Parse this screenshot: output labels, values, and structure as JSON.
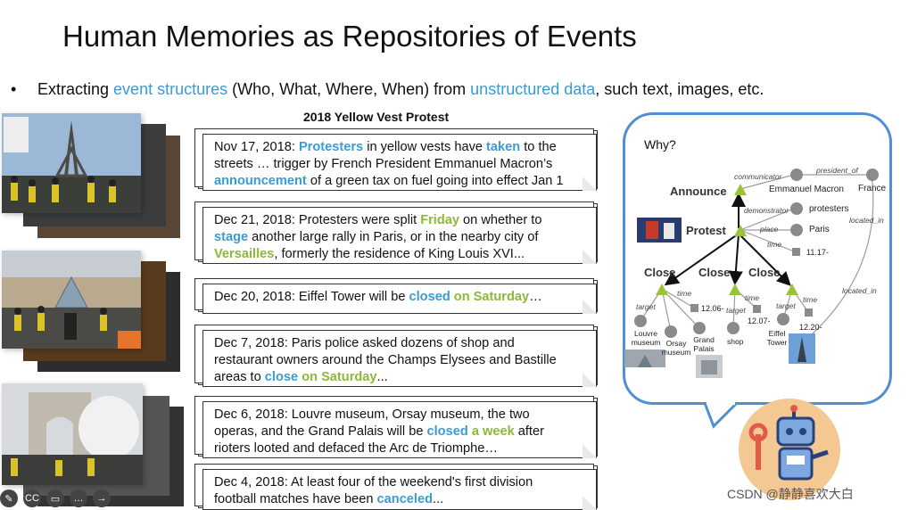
{
  "title": "Human Memories as Repositories of Events",
  "bullet": {
    "marker": "•",
    "parts": [
      "Extracting ",
      "event structures",
      " (Who, What, Where, When) from ",
      "unstructured data",
      ", such text, images, etc."
    ]
  },
  "card_section_title": "2018 Yellow Vest Protest",
  "cards": [
    {
      "lines": [
        [
          [
            "Nov 17, 2018: ",
            ""
          ],
          [
            "Protesters",
            "blue"
          ],
          [
            " in yellow vests have ",
            ""
          ],
          [
            "taken",
            "blue"
          ],
          [
            " to the",
            ""
          ]
        ],
        [
          [
            "streets … trigger by French President Emmanuel Macron’s",
            ""
          ]
        ],
        [
          [
            "announcement",
            "blue"
          ],
          [
            " of a green tax on fuel going into effect Jan 1",
            ""
          ]
        ]
      ]
    },
    {
      "lines": [
        [
          [
            "Dec 21, 2018: Protesters were split ",
            ""
          ],
          [
            "Friday",
            "green"
          ],
          [
            " on whether to",
            ""
          ]
        ],
        [
          [
            "stage",
            "blue"
          ],
          [
            " another large rally in Paris, or in the nearby city of",
            ""
          ]
        ],
        [
          [
            "Versailles",
            "green"
          ],
          [
            ", formerly the residence of King Louis XVI...",
            ""
          ]
        ]
      ]
    },
    {
      "lines": [
        [
          [
            "Dec 20, 2018: Eiffel Tower will be ",
            ""
          ],
          [
            "closed",
            "blue"
          ],
          [
            " ",
            ""
          ],
          [
            "on Saturday",
            "green"
          ],
          [
            "…",
            ""
          ]
        ]
      ]
    },
    {
      "lines": [
        [
          [
            "Dec 7, 2018: Paris police asked dozens of shop and",
            ""
          ]
        ],
        [
          [
            "restaurant owners around the Champs Elysees and Bastille",
            ""
          ]
        ],
        [
          [
            "areas to ",
            ""
          ],
          [
            "close",
            "blue"
          ],
          [
            " ",
            ""
          ],
          [
            "on Saturday",
            "green"
          ],
          [
            "...",
            ""
          ]
        ]
      ]
    },
    {
      "lines": [
        [
          [
            "Dec 6, 2018: Louvre museum, Orsay museum, the two",
            ""
          ]
        ],
        [
          [
            "operas, and the Grand Palais will be ",
            ""
          ],
          [
            "closed",
            "blue"
          ],
          [
            " ",
            ""
          ],
          [
            "a week",
            "green"
          ],
          [
            " after",
            ""
          ]
        ],
        [
          [
            "rioters looted and defaced the Arc de Triomphe…",
            ""
          ]
        ]
      ]
    },
    {
      "lines": [
        [
          [
            "Dec 4, 2018: At least four of the weekend's first division",
            ""
          ]
        ],
        [
          [
            "football matches have been ",
            ""
          ],
          [
            "canceled",
            "blue"
          ],
          [
            "...",
            ""
          ]
        ]
      ]
    }
  ],
  "graph": {
    "why_label": "Why?",
    "events": {
      "announce": "Announce",
      "protest": "Protest",
      "close": "Close"
    },
    "entities": {
      "macron": "Emmanuel Macron",
      "france": "France",
      "protesters": "protesters",
      "paris": "Paris",
      "louvre": "Louvre museum",
      "orsay": "Orsay museum",
      "grand_palais": "Grand Palais",
      "shop": "shop",
      "eiffel": "Eiffel Tower"
    },
    "times": {
      "t1": "11.17-",
      "t2": "12.06-",
      "t3": "12.07-",
      "t4": "12.20-"
    },
    "roles": {
      "communicator": "communicator",
      "president_of": "president_of",
      "demonstrator": "demonstrator",
      "place": "place",
      "time": "time",
      "target": "target",
      "located_in": "located_in"
    }
  },
  "watermark": "CSDN @静静喜欢大白",
  "controls": [
    "✎",
    "CC",
    "▭",
    "…",
    "→"
  ],
  "colors": {
    "accent_blue": "#3a9bd5",
    "accent_green": "#8db83a",
    "bubble_border": "#4f8fd6",
    "robot_bg": "#f3c892"
  }
}
